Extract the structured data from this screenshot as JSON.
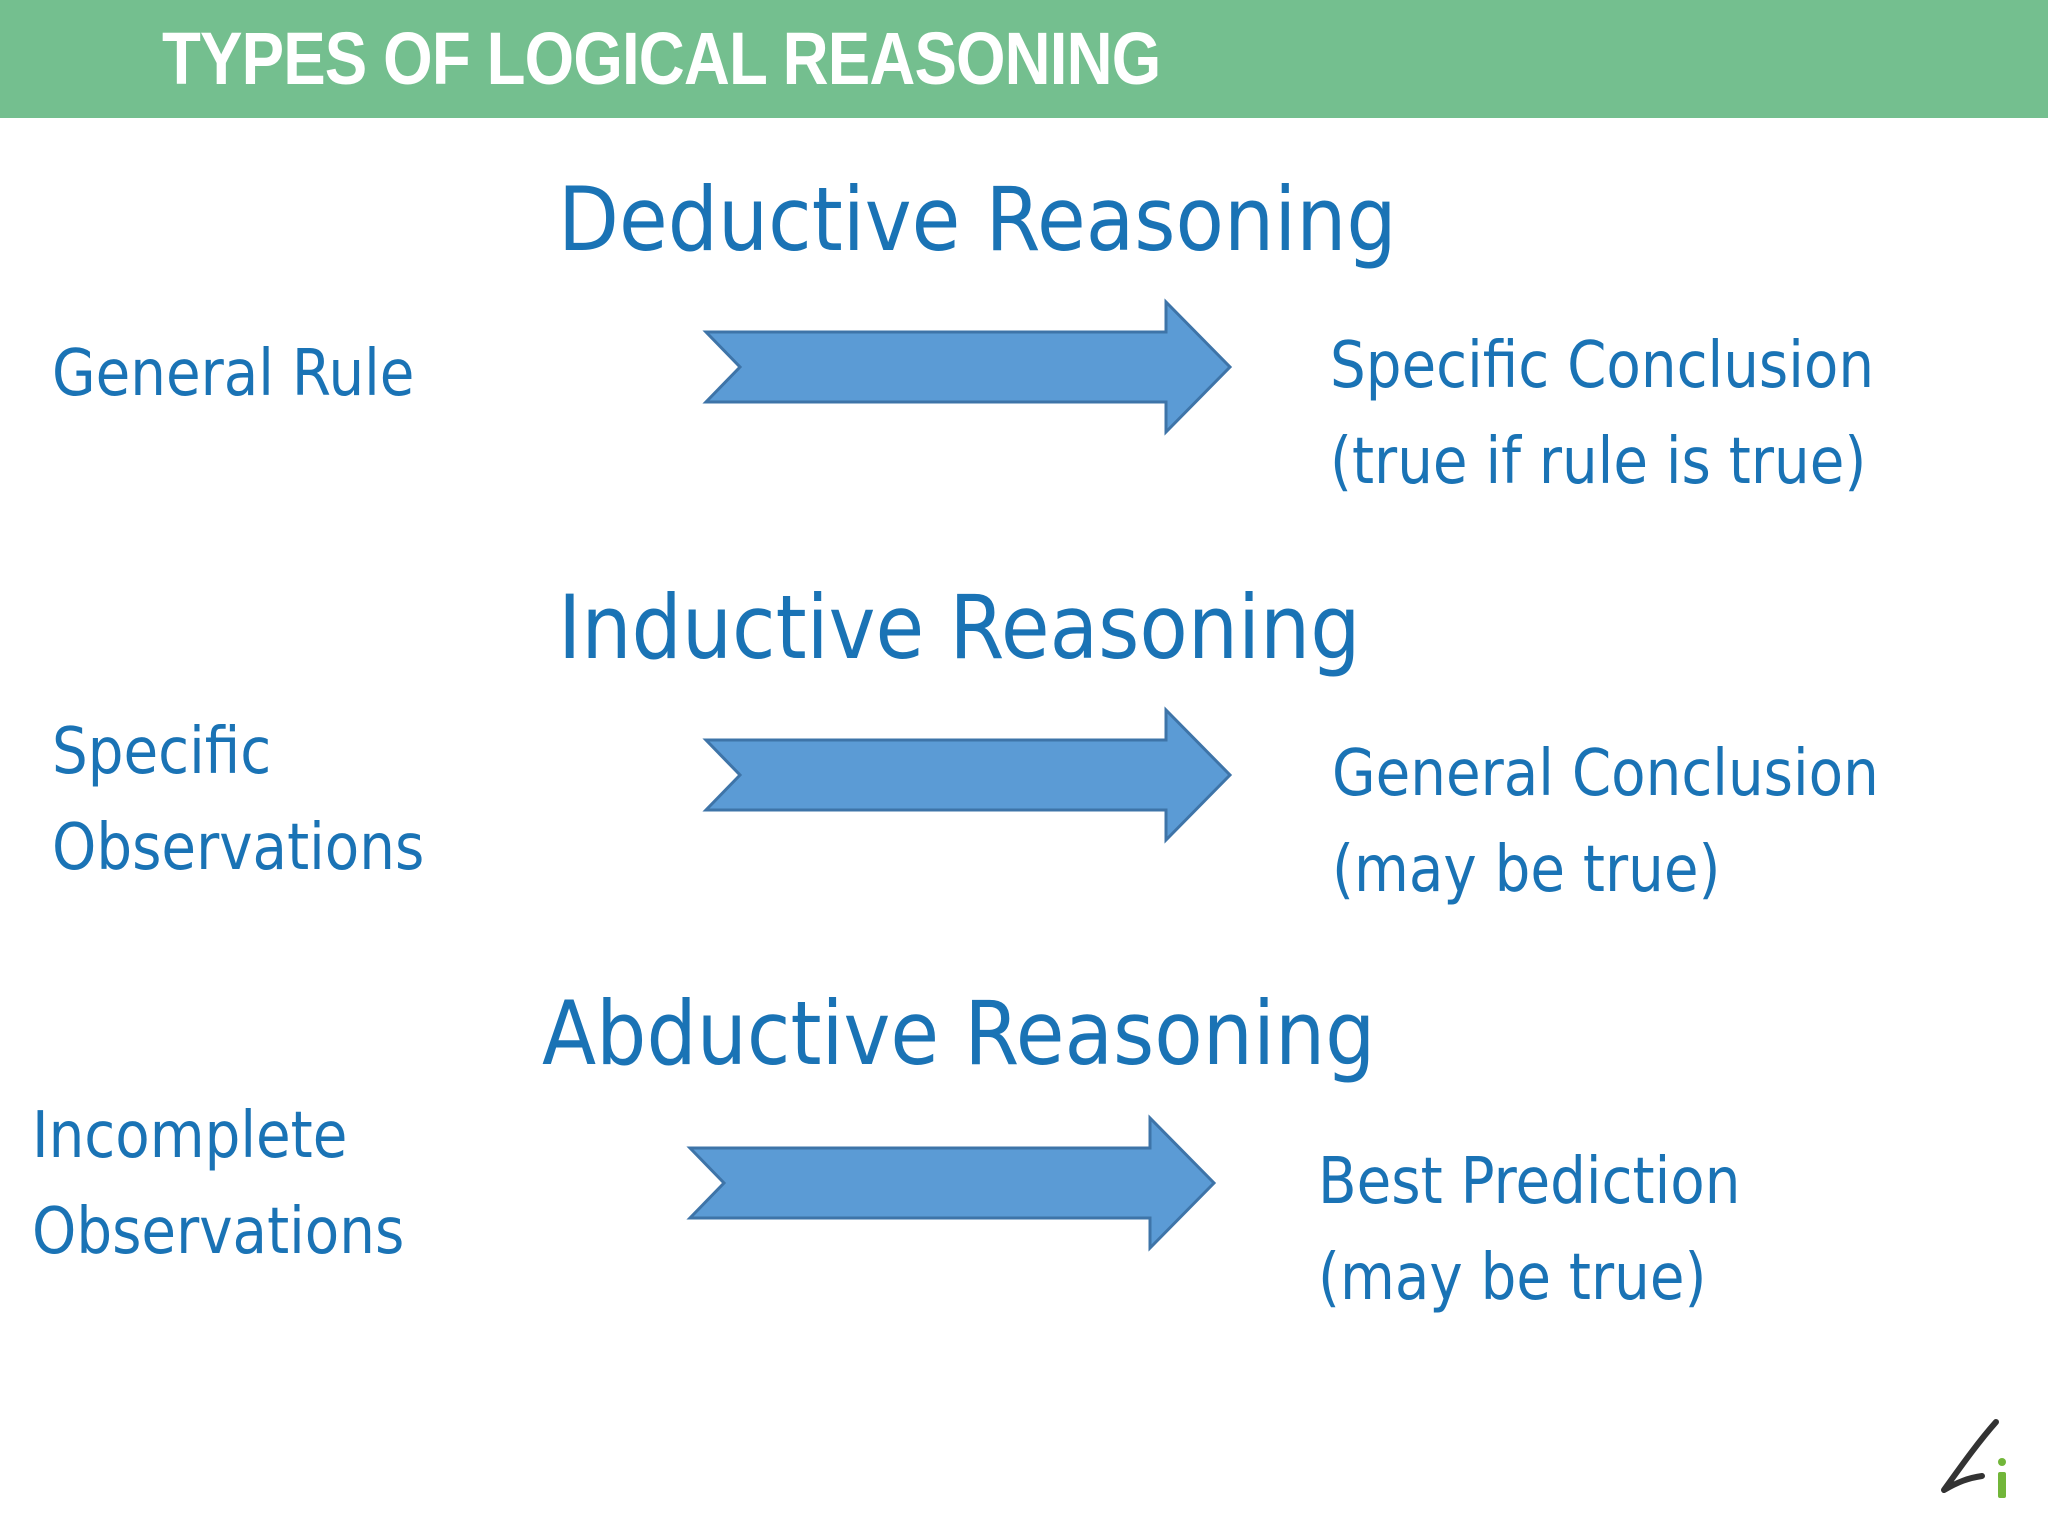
{
  "header": {
    "title": "TYPES OF LOGICAL REASONING"
  },
  "colors": {
    "header_bg": "#74bf8f",
    "header_text": "#ffffff",
    "text_blue": "#1a73b5",
    "arrow_fill": "#5b9bd5",
    "arrow_stroke": "#3e74a8",
    "logo_dark": "#333333",
    "logo_green": "#72b63a"
  },
  "sections": [
    {
      "title": "Deductive Reasoning",
      "left_lines": [
        "General Rule"
      ],
      "right_lines": [
        "Specific Conclusion",
        "(true if rule is true)"
      ],
      "arrow_icon": "right-arrow-icon"
    },
    {
      "title": "Inductive Reasoning",
      "left_lines": [
        "Specific",
        "Observations"
      ],
      "right_lines": [
        "General Conclusion",
        "(may be true)"
      ],
      "arrow_icon": "right-arrow-icon"
    },
    {
      "title": "Abductive Reasoning",
      "left_lines": [
        "Incomplete",
        "Observations"
      ],
      "right_lines": [
        "Best Prediction",
        "(may be true)"
      ],
      "arrow_icon": "right-arrow-icon"
    }
  ],
  "logo": {
    "icon": "brand-logo-icon"
  }
}
